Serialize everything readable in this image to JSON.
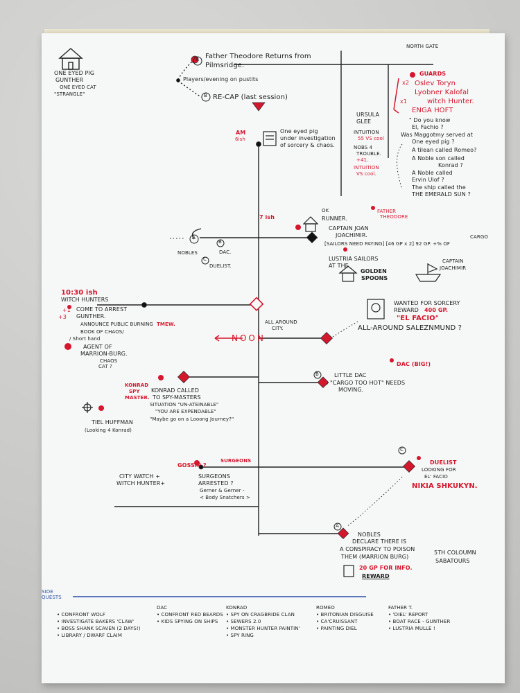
{
  "house_block": {
    "label_1": "ONE EYED PIG",
    "label_2": "GUNTHER",
    "label_3": "ONE EYED CAT",
    "label_4": "\"STRANGLE\""
  },
  "intro": {
    "point_a_letter": "A",
    "point_a_1": "Father Theodore Returns from",
    "point_a_2": "Pilmsridge.",
    "players": "Players/evening on pustits",
    "point_b_letter": "B",
    "recap": "RE-CAP (last session)"
  },
  "north_gate": {
    "label": "NORTH GATE",
    "guards": "GUARDS",
    "x2": "x2",
    "guard_1": "Oslev Toryn",
    "guard_2": "Lyobner Kalofal",
    "x1": "x1",
    "witch_hunter": "witch Hunter.",
    "enga": "ENGA HOFT",
    "q1": "\" Do you know",
    "q1b": "El, Fachio ?",
    "q2": "Was Maggotmy served at",
    "q3": "One eyed pig ?",
    "q4": "A tilean called Romeo?",
    "q5": "A Noble son called",
    "q5b": "Konrad ?",
    "q6": "A Noble called",
    "q6b": "Ervin Ulof ?",
    "q7": "The ship called the",
    "q7b": "THE EMERALD SUN ?"
  },
  "ursula": {
    "name_1": "URSULA",
    "name_2": "GLEE",
    "stat_1": "INTUITION",
    "stat_1b": "55 VS cool",
    "stat_2": "NOBS 4",
    "stat_2b": "TROUBLE.",
    "stat_3": "+41.",
    "stat_4": "INTUITION",
    "stat_4b": "VS cool."
  },
  "time_6am": {
    "time": "AM",
    "time_b": "6ish",
    "note_1": "One eyed pig",
    "note_2": "under investigation",
    "note_3": "of sorcery & chaos."
  },
  "time_7": {
    "time": "7 ish",
    "ok": "OK",
    "runner": "RUNNER.",
    "father": "FATHER",
    "father_b": "THEODORE",
    "captain_1": "CAPTAIN JOAN",
    "captain_2": "JOACHIMIR.",
    "sailors": "[SAILORS NEED PAYING] [46 GP x 2] 92 GP. +% OF",
    "cargo": "CARGO",
    "lustria_1": "LUSTRIA SAILORS",
    "lustria_2": "AT THE",
    "golden_1": "GOLDEN",
    "golden_2": "SPOONS",
    "captain_ship_1": "CAPTAIN",
    "captain_ship_2": "JOACHIMIR",
    "a": "A",
    "b": "B",
    "c": "C",
    "nobles": "NOBLES",
    "dac": "DAC.",
    "duelist": "DUELIST."
  },
  "time_1030": {
    "time": "10:30 ish",
    "witch_hunters": "WITCH HUNTERS",
    "x1": "+1",
    "x3": "+3",
    "come_1": "COME TO ARREST",
    "come_2": "GUNTHER.",
    "announce": "ANNOUNCE PUBLIC BURNING",
    "town": "TMEW.",
    "book_1": "BOOK OF CHAOS/",
    "book_2": "/ Short hand",
    "agent_1": "AGENT OF",
    "agent_2": "MARRION-BURG.",
    "chaos_1": "CHAOS",
    "chaos_2": "CAT ?"
  },
  "noon": {
    "all_around_1": "ALL AROUND",
    "all_around_2": "CITY.",
    "noon": "NOON",
    "wanted_1": "WANTED FOR SORCERY",
    "wanted_2": "REWARD",
    "wanted_amt": "400 GP.",
    "el_facio": "\"EL FACIO\"",
    "all_around_s": "ALL-AROUND SALEZNMUND ?"
  },
  "dac_big": {
    "label": "DAC (BIG!)",
    "b": "B",
    "little": "LITTLE DAC",
    "cargo_1": "\"CARGO TOO HOT\" NEEDS",
    "cargo_2": "MOVING."
  },
  "konrad": {
    "konrad_1": "KONRAD",
    "konrad_2": "SPY",
    "konrad_3": "MASTER.",
    "called_1": "KONRAD CALLED",
    "called_2": "TO SPY-MASTERS",
    "sit": "SITUATION \"UN-ATEINABLE\"",
    "exp": "\"YOU ARE EXPENDABLE\"",
    "maybe": "\"Maybe go on a Looong Journey?\"",
    "tiel_1": "TIEL HUFFMAN",
    "tiel_2": "(Looking 4 Konrad)"
  },
  "surgeons": {
    "gossip": "GOSSIP ?",
    "surgeons": "SURGEONS",
    "city_1": "CITY WATCH +",
    "city_2": "WITCH HUNTER+",
    "arrested_1": "SURGEONS",
    "arrested_2": "ARRESTED ?",
    "names": "Gerner & Gerner -",
    "body": "< Body Snatchers >"
  },
  "duelist": {
    "c": "C",
    "label": "DUELIST",
    "looking_1": "LOOKING FOR",
    "looking_2": "EL' FACIO",
    "nikia": "NIKIA SHKUKYN."
  },
  "nobles_end": {
    "a": "A",
    "l1": "NOBLES",
    "l2": "DECLARE THERE IS",
    "l3": "A CONSPIRACY TO POISON",
    "l4": "THEM (MARRION BURG)",
    "fifth_1": "5TH COLOUMN",
    "fifth_2": "SABATOURS",
    "reward_1": "20 GP FOR INFO.",
    "reward_2": "REWARD"
  },
  "side_quests": {
    "label_1": "SIDE",
    "label_2": "QUESTS",
    "columns": [
      {
        "head": "",
        "items": [
          "CONFRONT WOLF",
          "INVESTIGATE BAKERS 'CLAW'",
          "BOSS SHANK SCAVEN (2 DAYS!)",
          "LIBRARY / DWARF CLAIM"
        ]
      },
      {
        "head": "DAC",
        "items": [
          "CONFRONT RED BEARDS",
          "KIDS SPYING ON SHIPS"
        ]
      },
      {
        "head": "KONRAD",
        "items": [
          "SPY ON CRAGBRIDE CLAN",
          "SEWERS 2.0",
          "MONSTER HUNTER PAINTIN'",
          "SPY RING"
        ]
      },
      {
        "head": "ROMEO",
        "items": [
          "BRITONIAN DISGUISE",
          "CA'CRUISSANT",
          "PAINTING DIEL"
        ]
      },
      {
        "head": "FATHER T.",
        "items": [
          "'DIEL' REPORT",
          "BOAT RACE - GUNTHER",
          "LUSTRIA MULLE !"
        ]
      }
    ]
  }
}
